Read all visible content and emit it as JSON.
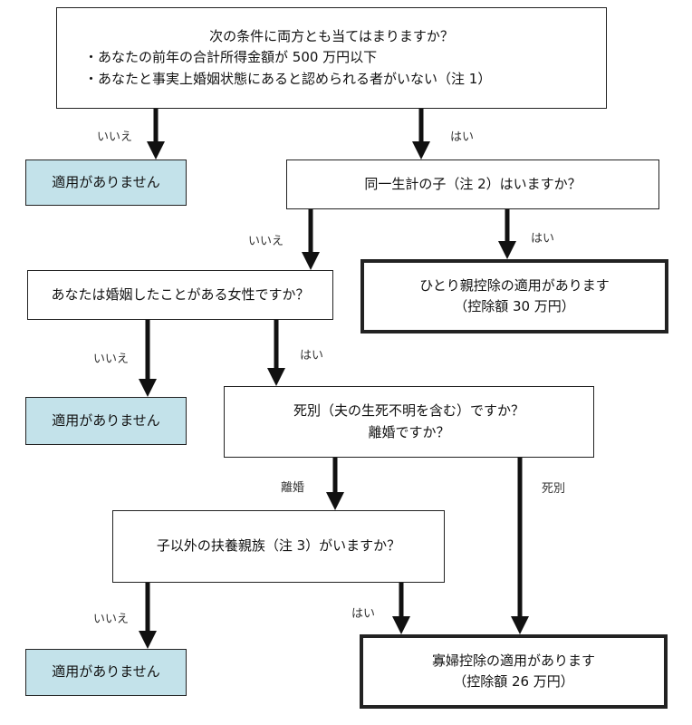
{
  "q1": {
    "title": "次の条件に両方とも当てはまりますか？",
    "line1": "・あなたの前年の合計所得金額が 500 万円以下",
    "line2": "・あなたと事実上婚姻状態にあると認められる者がいない（注 1）"
  },
  "q2": {
    "text": "同一生計の子（注 2）はいますか？"
  },
  "q3": {
    "text": "あなたは婚姻したことがある女性ですか？"
  },
  "q4": {
    "line1": "死別（夫の生死不明を含む）ですか？",
    "line2": "離婚ですか？"
  },
  "q5": {
    "text": "子以外の扶養親族（注 3）がいますか？"
  },
  "results": {
    "na1": "適用がありません",
    "na2": "適用がありません",
    "na3": "適用がありません",
    "single_parent": {
      "line1": "ひとり親控除の適用があります",
      "line2": "（控除額 30 万円）"
    },
    "widow": {
      "line1": "寡婦控除の適用があります",
      "line2": "（控除額 26 万円）"
    }
  },
  "labels": {
    "iie1": "いいえ",
    "hai1": "はい",
    "iie2": "いいえ",
    "hai2": "はい",
    "iie3": "いいえ",
    "hai3": "はい",
    "rikon": "離婚",
    "shibetsu": "死別",
    "iie4": "いいえ",
    "hai4": "はい"
  }
}
